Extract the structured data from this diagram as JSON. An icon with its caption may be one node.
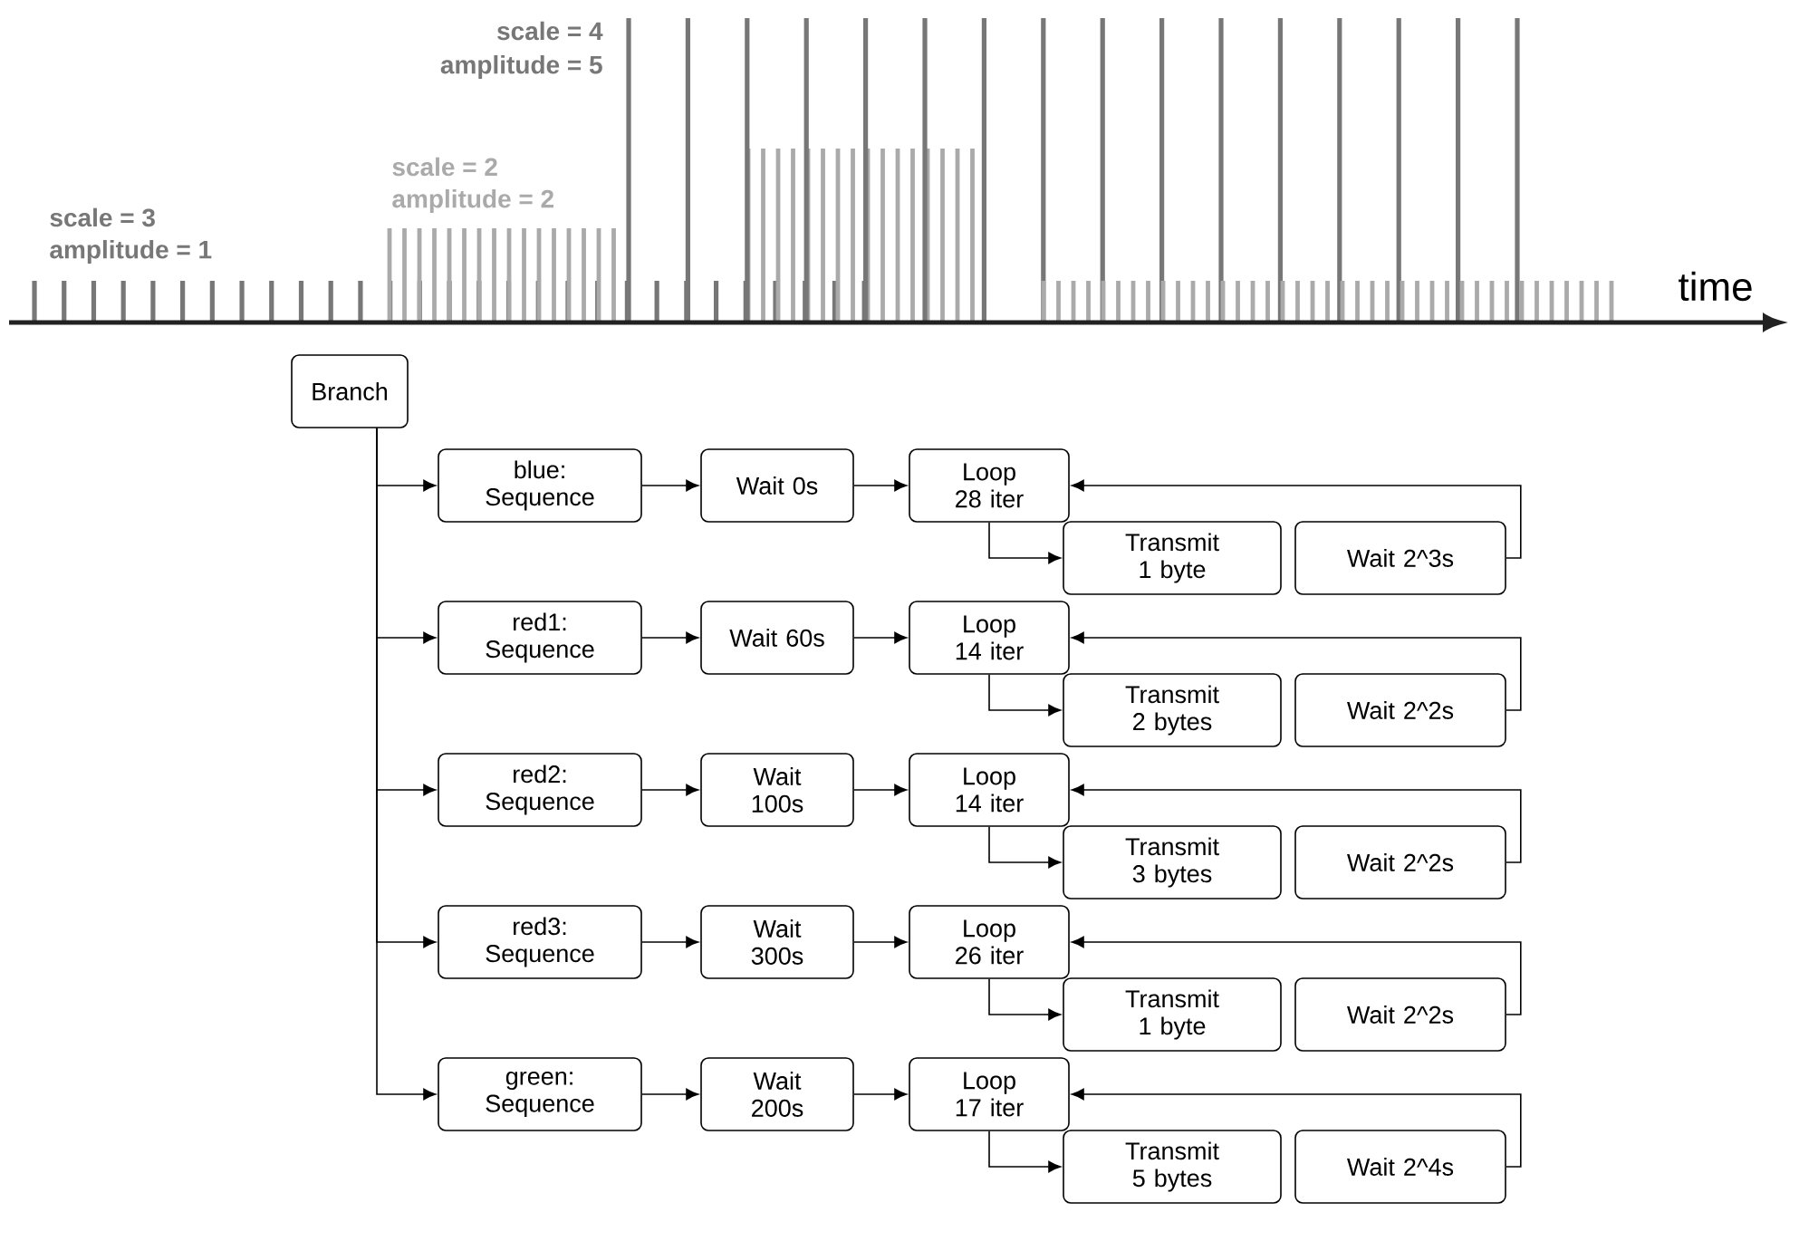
{
  "diagram": {
    "nodes": [
      {
        "text": [
          "Branch"
        ]
      },
      {
        "text": [
          "blue: Sequence"
        ]
      },
      {
        "text": [
          "Wait 0s"
        ]
      },
      {
        "text": [
          "Loop 28 iter"
        ]
      },
      {
        "text": [
          "Transmit 1 byte"
        ]
      },
      {
        "text": [
          "Wait 2^3s"
        ]
      },
      {
        "text": [
          "red1: Sequence"
        ]
      },
      {
        "text": [
          "Wait 60s"
        ]
      },
      {
        "text": [
          "Loop 14 iter"
        ]
      },
      {
        "text": [
          "Transmit 2 bytes"
        ]
      },
      {
        "text": [
          "Wait 2^2s"
        ]
      },
      {
        "text": [
          "red2: Sequence"
        ]
      },
      {
        "text": [
          "Wait 100s"
        ]
      },
      {
        "text": [
          "Loop 14 iter"
        ]
      },
      {
        "text": [
          "Transmit 3 bytes"
        ]
      },
      {
        "text": [
          "Wait 2^2s"
        ]
      },
      {
        "text": [
          "red3: Sequence"
        ]
      },
      {
        "text": [
          "Wait 300s"
        ]
      },
      {
        "text": [
          "Loop 26 iter"
        ]
      },
      {
        "text": [
          "Transmit 1 byte"
        ]
      },
      {
        "text": [
          "Wait 2^2s"
        ]
      },
      {
        "text": [
          "green: Sequence"
        ]
      },
      {
        "text": [
          "Wait 200s"
        ]
      },
      {
        "text": [
          "Loop 17 iter"
        ]
      },
      {
        "text": [
          "Transmit 5 bytes"
        ]
      },
      {
        "text": [
          "Wait 2^4s"
        ]
      }
    ],
    "edges": [
      {
        "from": 0,
        "to": 1,
        "arrow": "to"
      },
      {
        "from": 1,
        "to": 2,
        "arrow": "to"
      },
      {
        "from": 2,
        "to": 3,
        "arrow": "to"
      },
      {
        "from": 3,
        "to": 4,
        "arrow": "to"
      },
      {
        "from": 5,
        "to": 3,
        "arrow": "to"
      },
      {
        "from": 0,
        "to": 6,
        "arrow": "to"
      },
      {
        "from": 6,
        "to": 7,
        "arrow": "to"
      },
      {
        "from": 7,
        "to": 8,
        "arrow": "to"
      },
      {
        "from": 8,
        "to": 9,
        "arrow": "to"
      },
      {
        "from": 10,
        "to": 8,
        "arrow": "to"
      },
      {
        "from": 0,
        "to": 11,
        "arrow": "to"
      },
      {
        "from": 11,
        "to": 12,
        "arrow": "to"
      },
      {
        "from": 12,
        "to": 13,
        "arrow": "to"
      },
      {
        "from": 13,
        "to": 14,
        "arrow": "to"
      },
      {
        "from": 15,
        "to": 13,
        "arrow": "to"
      },
      {
        "from": 0,
        "to": 16,
        "arrow": "to"
      },
      {
        "from": 16,
        "to": 17,
        "arrow": "to"
      },
      {
        "from": 17,
        "to": 18,
        "arrow": "to"
      },
      {
        "from": 18,
        "to": 19,
        "arrow": "to"
      },
      {
        "from": 20,
        "to": 18,
        "arrow": "to"
      },
      {
        "from": 0,
        "to": 21,
        "arrow": "to"
      },
      {
        "from": 21,
        "to": 22,
        "arrow": "to"
      },
      {
        "from": 22,
        "to": 23,
        "arrow": "to"
      },
      {
        "from": 23,
        "to": 24,
        "arrow": "to"
      },
      {
        "from": 25,
        "to": 23,
        "arrow": "to"
      }
    ],
    "labels": [
      "scale = 4",
      "amplitude = 5",
      "scale = 2",
      "amplitude = 2",
      "scale = 3",
      "amplitude = 1",
      "time"
    ]
  }
}
